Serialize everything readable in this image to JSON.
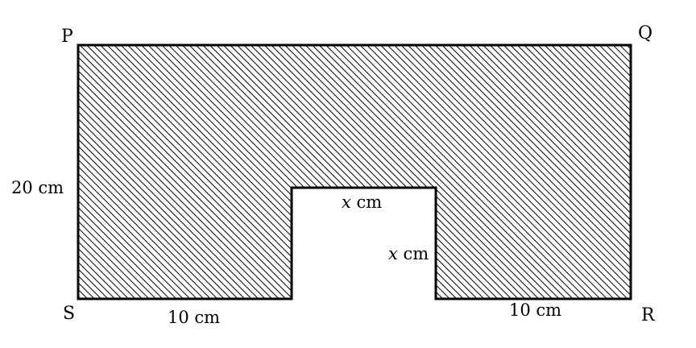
{
  "vertices": {
    "p": "P",
    "q": "Q",
    "r": "R",
    "s": "S"
  },
  "dimensions": {
    "height": "20 cm",
    "bottom_left": "10 cm",
    "bottom_right": "10 cm",
    "notch_width_var": "x",
    "notch_width_unit": " cm",
    "notch_depth_var": "x",
    "notch_depth_unit": " cm"
  },
  "colors": {
    "stroke": "#000000",
    "hatch": "#000000",
    "background": "#ffffff"
  }
}
